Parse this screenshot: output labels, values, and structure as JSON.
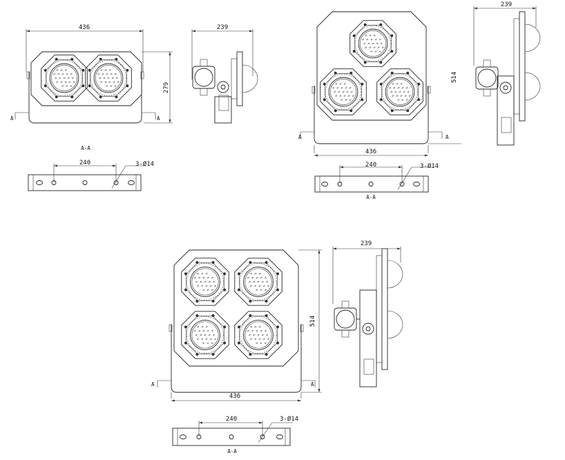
{
  "drawings": [
    {
      "name": "two-lamp-floodlight",
      "lamp_count": 2,
      "width_label": "436",
      "height_label": "279",
      "depth_label": "239",
      "section_marker": "A",
      "section_title": "A-A",
      "hole_spacing_label": "240",
      "hole_label": "3-Ø14"
    },
    {
      "name": "three-lamp-floodlight",
      "lamp_count": 3,
      "width_label": "436",
      "height_label": "514",
      "depth_label": "239",
      "section_marker": "A",
      "section_title": "A-A",
      "hole_spacing_label": "240",
      "hole_label": "3-Ø14"
    },
    {
      "name": "four-lamp-floodlight",
      "lamp_count": 4,
      "width_label": "436",
      "height_label": "514",
      "depth_label": "239",
      "section_marker": "A",
      "section_title": "A-A",
      "hole_spacing_label": "240",
      "hole_label": "3-Ø14"
    }
  ],
  "colors": {
    "line": "#222222",
    "background": "#ffffff"
  }
}
